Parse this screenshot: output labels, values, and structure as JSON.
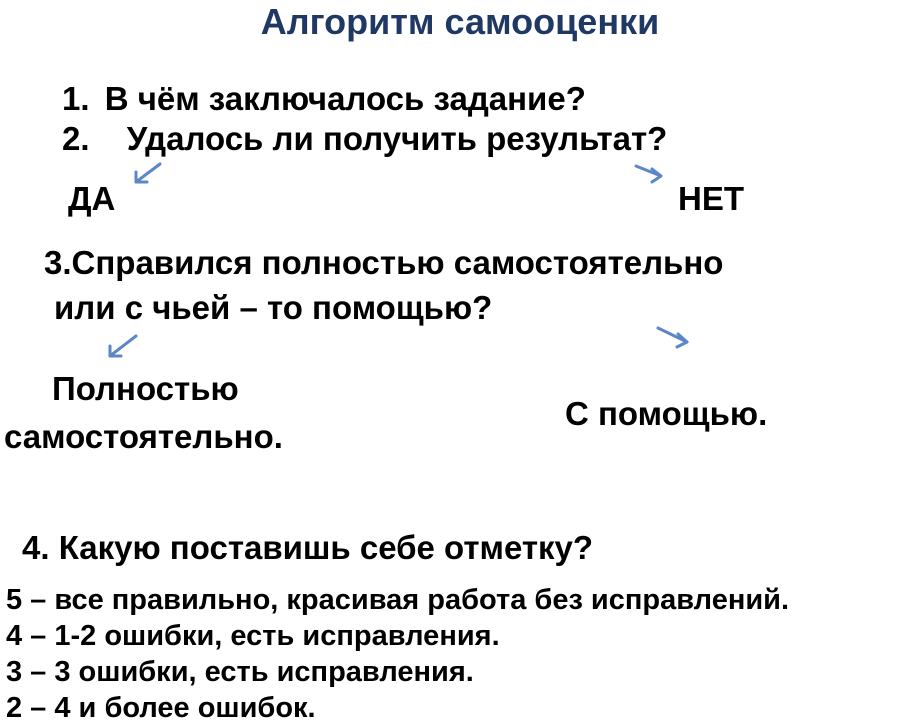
{
  "title": "Алгоритм самооценки",
  "q1": {
    "number": "1.",
    "text": "В чём заключалось задание?"
  },
  "q2": {
    "number": "2.",
    "text": "Удалось ли получить результат?"
  },
  "answer_yes": "ДА",
  "answer_no": "НЕТ",
  "q3": {
    "line1": "3.Справился полностью самостоятельно",
    "line2": "или  с чьей – то помощью?"
  },
  "answer_full_line1": "Полностью",
  "answer_full_line2": "самостоятельно.",
  "answer_help": "С помощью.",
  "q4": "4. Какую поставишь себе отметку?",
  "grades": [
    "5 – все правильно, красивая работа без исправлений.",
    "4 – 1-2 ошибки, есть  исправления.",
    "3 – 3 ошибки, есть исправления.",
    "2 – 4 и более ошибок."
  ],
  "colors": {
    "title": "#1f3864",
    "arrow": "#5b87c6",
    "text": "#000000"
  }
}
